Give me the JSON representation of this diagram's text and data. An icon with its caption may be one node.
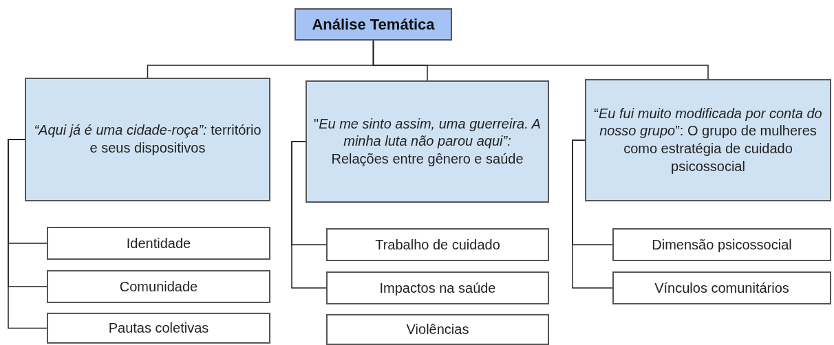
{
  "diagram": {
    "nodes": [
      {
        "text": [
          "Análise Temática"
        ]
      },
      {
        "text": [
          "*“Aqui já é uma cidade-roça”:* território e seus dispositivos"
        ]
      },
      {
        "text": [
          "\"*Eu me sinto assim, uma guerreira. A minha luta não parou aqui”:* Relações entre gênero e saúde"
        ]
      },
      {
        "text": [
          "“*Eu fui muito modificada por conta do nosso grupo*”: O grupo de mulheres como estratégia de cuidado psicossocial"
        ]
      },
      {
        "text": [
          "Identidade"
        ]
      },
      {
        "text": [
          "Comunidade"
        ]
      },
      {
        "text": [
          "Pautas coletivas"
        ]
      },
      {
        "text": [
          "Trabalho de cuidado"
        ]
      },
      {
        "text": [
          "Impactos na saúde"
        ]
      },
      {
        "text": [
          "Violências"
        ]
      },
      {
        "text": [
          "Dimensão psicossocial"
        ]
      },
      {
        "text": [
          "Vínculos comunitários"
        ]
      }
    ],
    "edges": [
      {
        "from": 0,
        "to": 1,
        "arrow": "none"
      },
      {
        "from": 0,
        "to": 2,
        "arrow": "none"
      },
      {
        "from": 0,
        "to": 3,
        "arrow": "none"
      },
      {
        "from": 1,
        "to": 4,
        "arrow": "none"
      },
      {
        "from": 1,
        "to": 5,
        "arrow": "none"
      },
      {
        "from": 1,
        "to": 6,
        "arrow": "none"
      },
      {
        "from": 2,
        "to": 7,
        "arrow": "none"
      },
      {
        "from": 2,
        "to": 8,
        "arrow": "none"
      },
      {
        "from": 3,
        "to": 10,
        "arrow": "none"
      },
      {
        "from": 3,
        "to": 11,
        "arrow": "none"
      }
    ]
  }
}
